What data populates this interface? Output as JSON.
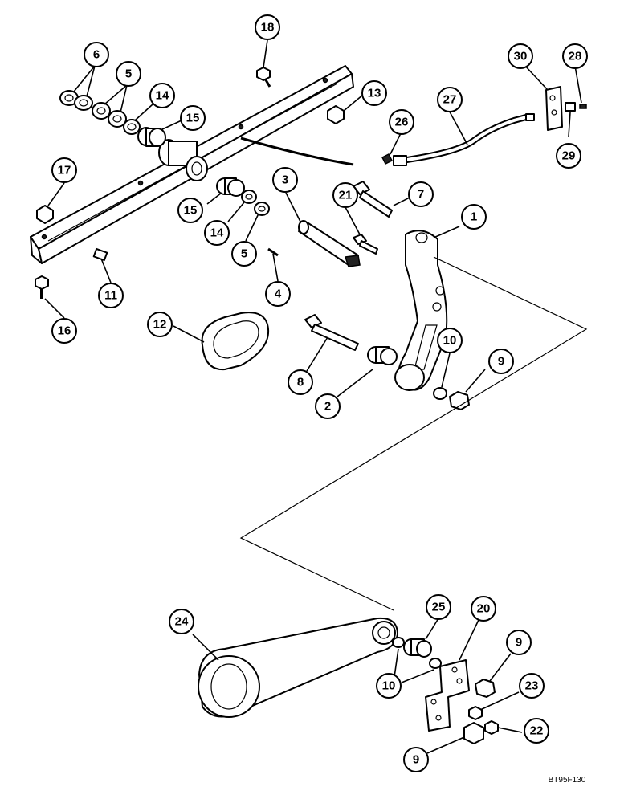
{
  "figure_code": "BT95F130",
  "callouts": [
    {
      "id": "c18",
      "label": "18"
    },
    {
      "id": "c6",
      "label": "6"
    },
    {
      "id": "c5a",
      "label": "5"
    },
    {
      "id": "c14a",
      "label": "14"
    },
    {
      "id": "c15a",
      "label": "15"
    },
    {
      "id": "c13",
      "label": "13"
    },
    {
      "id": "c27",
      "label": "27"
    },
    {
      "id": "c30",
      "label": "30"
    },
    {
      "id": "c28",
      "label": "28"
    },
    {
      "id": "c26",
      "label": "26"
    },
    {
      "id": "c29",
      "label": "29"
    },
    {
      "id": "c17",
      "label": "17"
    },
    {
      "id": "c3",
      "label": "3"
    },
    {
      "id": "c21",
      "label": "21"
    },
    {
      "id": "c7",
      "label": "7"
    },
    {
      "id": "c1",
      "label": "1"
    },
    {
      "id": "c15b",
      "label": "15"
    },
    {
      "id": "c14b",
      "label": "14"
    },
    {
      "id": "c5b",
      "label": "5"
    },
    {
      "id": "c11",
      "label": "11"
    },
    {
      "id": "c4",
      "label": "4"
    },
    {
      "id": "c16",
      "label": "16"
    },
    {
      "id": "c12",
      "label": "12"
    },
    {
      "id": "c10a",
      "label": "10"
    },
    {
      "id": "c9a",
      "label": "9"
    },
    {
      "id": "c8",
      "label": "8"
    },
    {
      "id": "c2",
      "label": "2"
    },
    {
      "id": "c24",
      "label": "24"
    },
    {
      "id": "c25",
      "label": "25"
    },
    {
      "id": "c20",
      "label": "20"
    },
    {
      "id": "c9b",
      "label": "9"
    },
    {
      "id": "c10b",
      "label": "10"
    },
    {
      "id": "c23",
      "label": "23"
    },
    {
      "id": "c22",
      "label": "22"
    },
    {
      "id": "c9c",
      "label": "9"
    }
  ]
}
